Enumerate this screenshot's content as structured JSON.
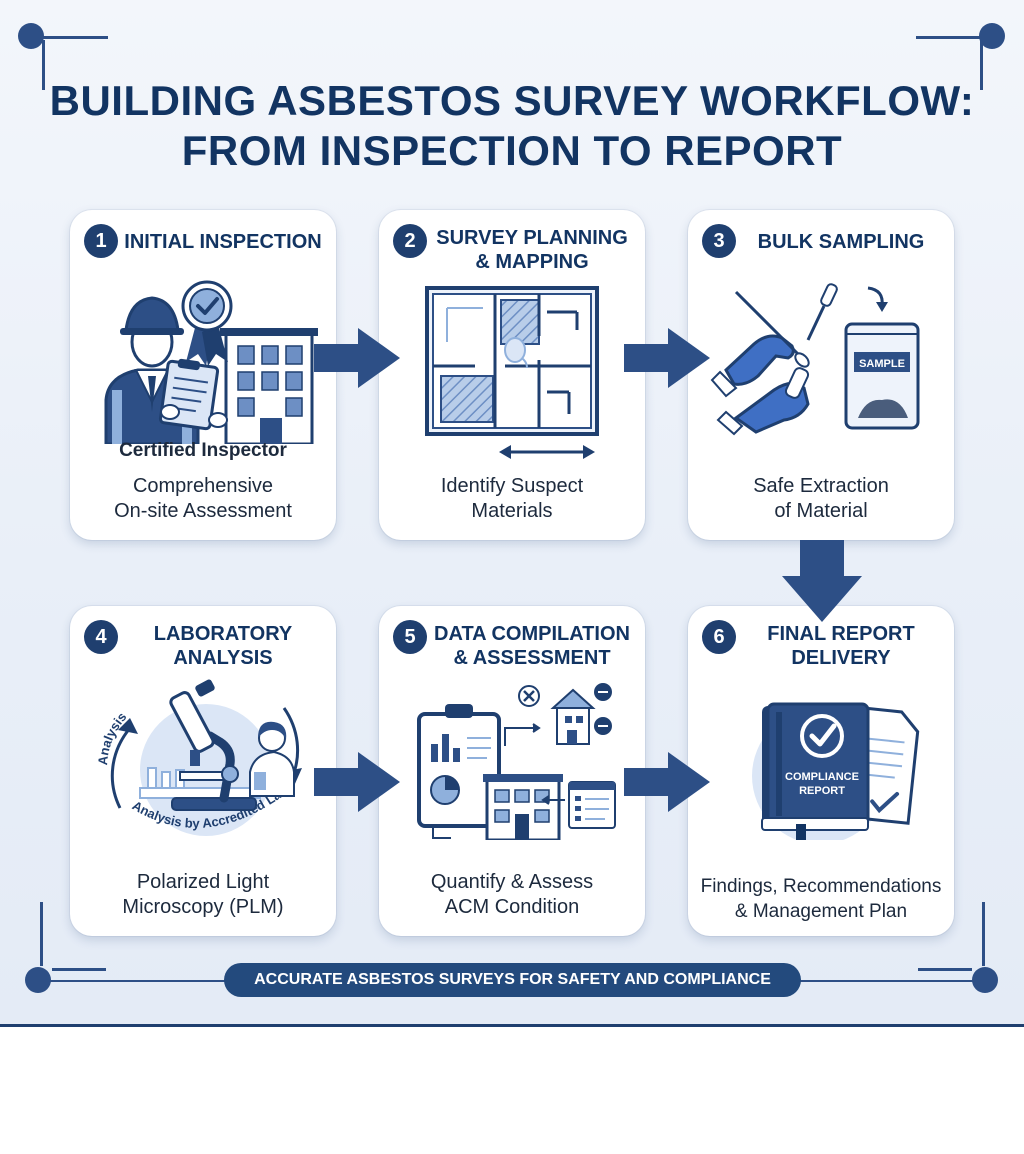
{
  "title": {
    "line1": "BUILDING ASBESTOS SURVEY WORKFLOW:",
    "line2": "FROM INSPECTION TO REPORT"
  },
  "steps": [
    {
      "number": "1",
      "title": "INITIAL INSPECTION",
      "subtitle": "Certified Inspector",
      "caption_lines": [
        "Comprehensive",
        "On-site Assessment"
      ]
    },
    {
      "number": "2",
      "title_lines": [
        "SURVEY PLANNING",
        "& MAPPING"
      ],
      "caption_lines": [
        "Identify Suspect",
        "Materials"
      ]
    },
    {
      "number": "3",
      "title": "BULK SAMPLING",
      "bag_label": "SAMPLE",
      "caption_lines": [
        "Safe Extraction",
        "of Material"
      ]
    },
    {
      "number": "4",
      "title_lines": [
        "LABORATORY",
        "ANALYSIS"
      ],
      "arc_top": "Analysis",
      "arc_bottom": "Analysis by Accredited Lab",
      "caption_lines": [
        "Polarized Light",
        "Microscopy (PLM)"
      ]
    },
    {
      "number": "5",
      "title_lines": [
        "DATA COMPILATION",
        "& ASSESSMENT"
      ],
      "caption_lines": [
        "Quantify & Assess",
        "ACM Condition"
      ]
    },
    {
      "number": "6",
      "title_lines": [
        "FINAL REPORT",
        "DELIVERY"
      ],
      "book_lines": [
        "COMPLIANCE",
        "REPORT"
      ],
      "caption_lines": [
        "Findings, Recommendations",
        "& Management Plan"
      ]
    }
  ],
  "footer": {
    "banner": "ACCURATE ASBESTOS SURVEYS FOR SAFETY AND COMPLIANCE"
  },
  "colors": {
    "navy": "#123462",
    "accent": "#2d4f86",
    "light_blue": "#8fb0dc",
    "glove_blue": "#3f6fc4"
  },
  "icons": [
    "inspector-icon",
    "certified-badge-icon",
    "building-icon",
    "clipboard-icon",
    "floor-plan-icon",
    "dimension-arrow-icon",
    "gloved-hands-icon",
    "swab-icon",
    "dropper-icon",
    "sample-bag-icon",
    "microscope-icon",
    "scientist-icon",
    "data-clipboard-icon",
    "building-grid-icon",
    "report-book-icon",
    "checkmark-icon",
    "document-icon"
  ]
}
